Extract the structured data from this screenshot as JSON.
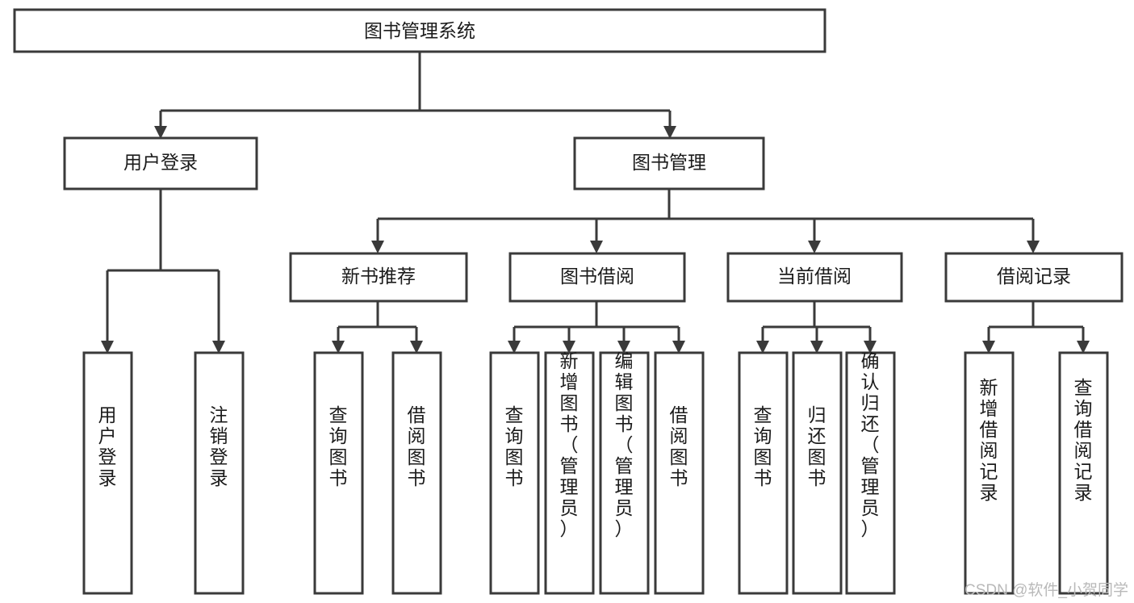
{
  "diagram": {
    "title": "图书管理系统",
    "root": {
      "id": "root",
      "label": "图书管理系统",
      "orientation": "horizontal"
    },
    "level2": [
      {
        "id": "user-login",
        "label": "用户登录",
        "orientation": "horizontal"
      },
      {
        "id": "book-manage",
        "label": "图书管理",
        "orientation": "horizontal"
      }
    ],
    "level3": [
      {
        "id": "new-book-recommend",
        "label": "新书推荐",
        "orientation": "horizontal",
        "parent": "book-manage"
      },
      {
        "id": "book-borrow",
        "label": "图书借阅",
        "orientation": "horizontal",
        "parent": "book-manage"
      },
      {
        "id": "current-borrow",
        "label": "当前借阅",
        "orientation": "horizontal",
        "parent": "book-manage"
      },
      {
        "id": "borrow-record",
        "label": "借阅记录",
        "orientation": "horizontal",
        "parent": "book-manage"
      }
    ],
    "leaves": [
      {
        "id": "leaf-user-login",
        "label": "用户登录",
        "orientation": "vertical",
        "parent": "user-login"
      },
      {
        "id": "leaf-logout-login",
        "label": "注销登录",
        "orientation": "vertical",
        "parent": "user-login"
      },
      {
        "id": "leaf-query-book-1",
        "label": "查询图书",
        "orientation": "vertical",
        "parent": "new-book-recommend"
      },
      {
        "id": "leaf-borrow-book-1",
        "label": "借阅图书",
        "orientation": "vertical",
        "parent": "new-book-recommend"
      },
      {
        "id": "leaf-query-book-2",
        "label": "查询图书",
        "orientation": "vertical",
        "parent": "book-borrow"
      },
      {
        "id": "leaf-add-book",
        "label": "新增图书（管理员）",
        "orientation": "vertical",
        "parent": "book-borrow"
      },
      {
        "id": "leaf-edit-book",
        "label": "编辑图书（管理员）",
        "orientation": "vertical",
        "parent": "book-borrow"
      },
      {
        "id": "leaf-borrow-book-2",
        "label": "借阅图书",
        "orientation": "vertical",
        "parent": "book-borrow"
      },
      {
        "id": "leaf-query-book-3",
        "label": "查询图书",
        "orientation": "vertical",
        "parent": "current-borrow"
      },
      {
        "id": "leaf-return-book",
        "label": "归还图书",
        "orientation": "vertical",
        "parent": "current-borrow"
      },
      {
        "id": "leaf-confirm-return",
        "label": "确认归还（管理员）",
        "orientation": "vertical",
        "parent": "current-borrow"
      },
      {
        "id": "leaf-add-record",
        "label": "新增借阅记录",
        "orientation": "vertical",
        "parent": "borrow-record"
      },
      {
        "id": "leaf-query-record",
        "label": "查询借阅记录",
        "orientation": "vertical",
        "parent": "borrow-record"
      }
    ]
  },
  "watermark": {
    "text": "CSDN @软件_小贺同学"
  },
  "colors": {
    "box_stroke": "#3a3a3a",
    "box_fill": "#ffffff",
    "text": "#1b1b1b",
    "watermark": "#b9b9b9",
    "background": "#ffffff"
  }
}
